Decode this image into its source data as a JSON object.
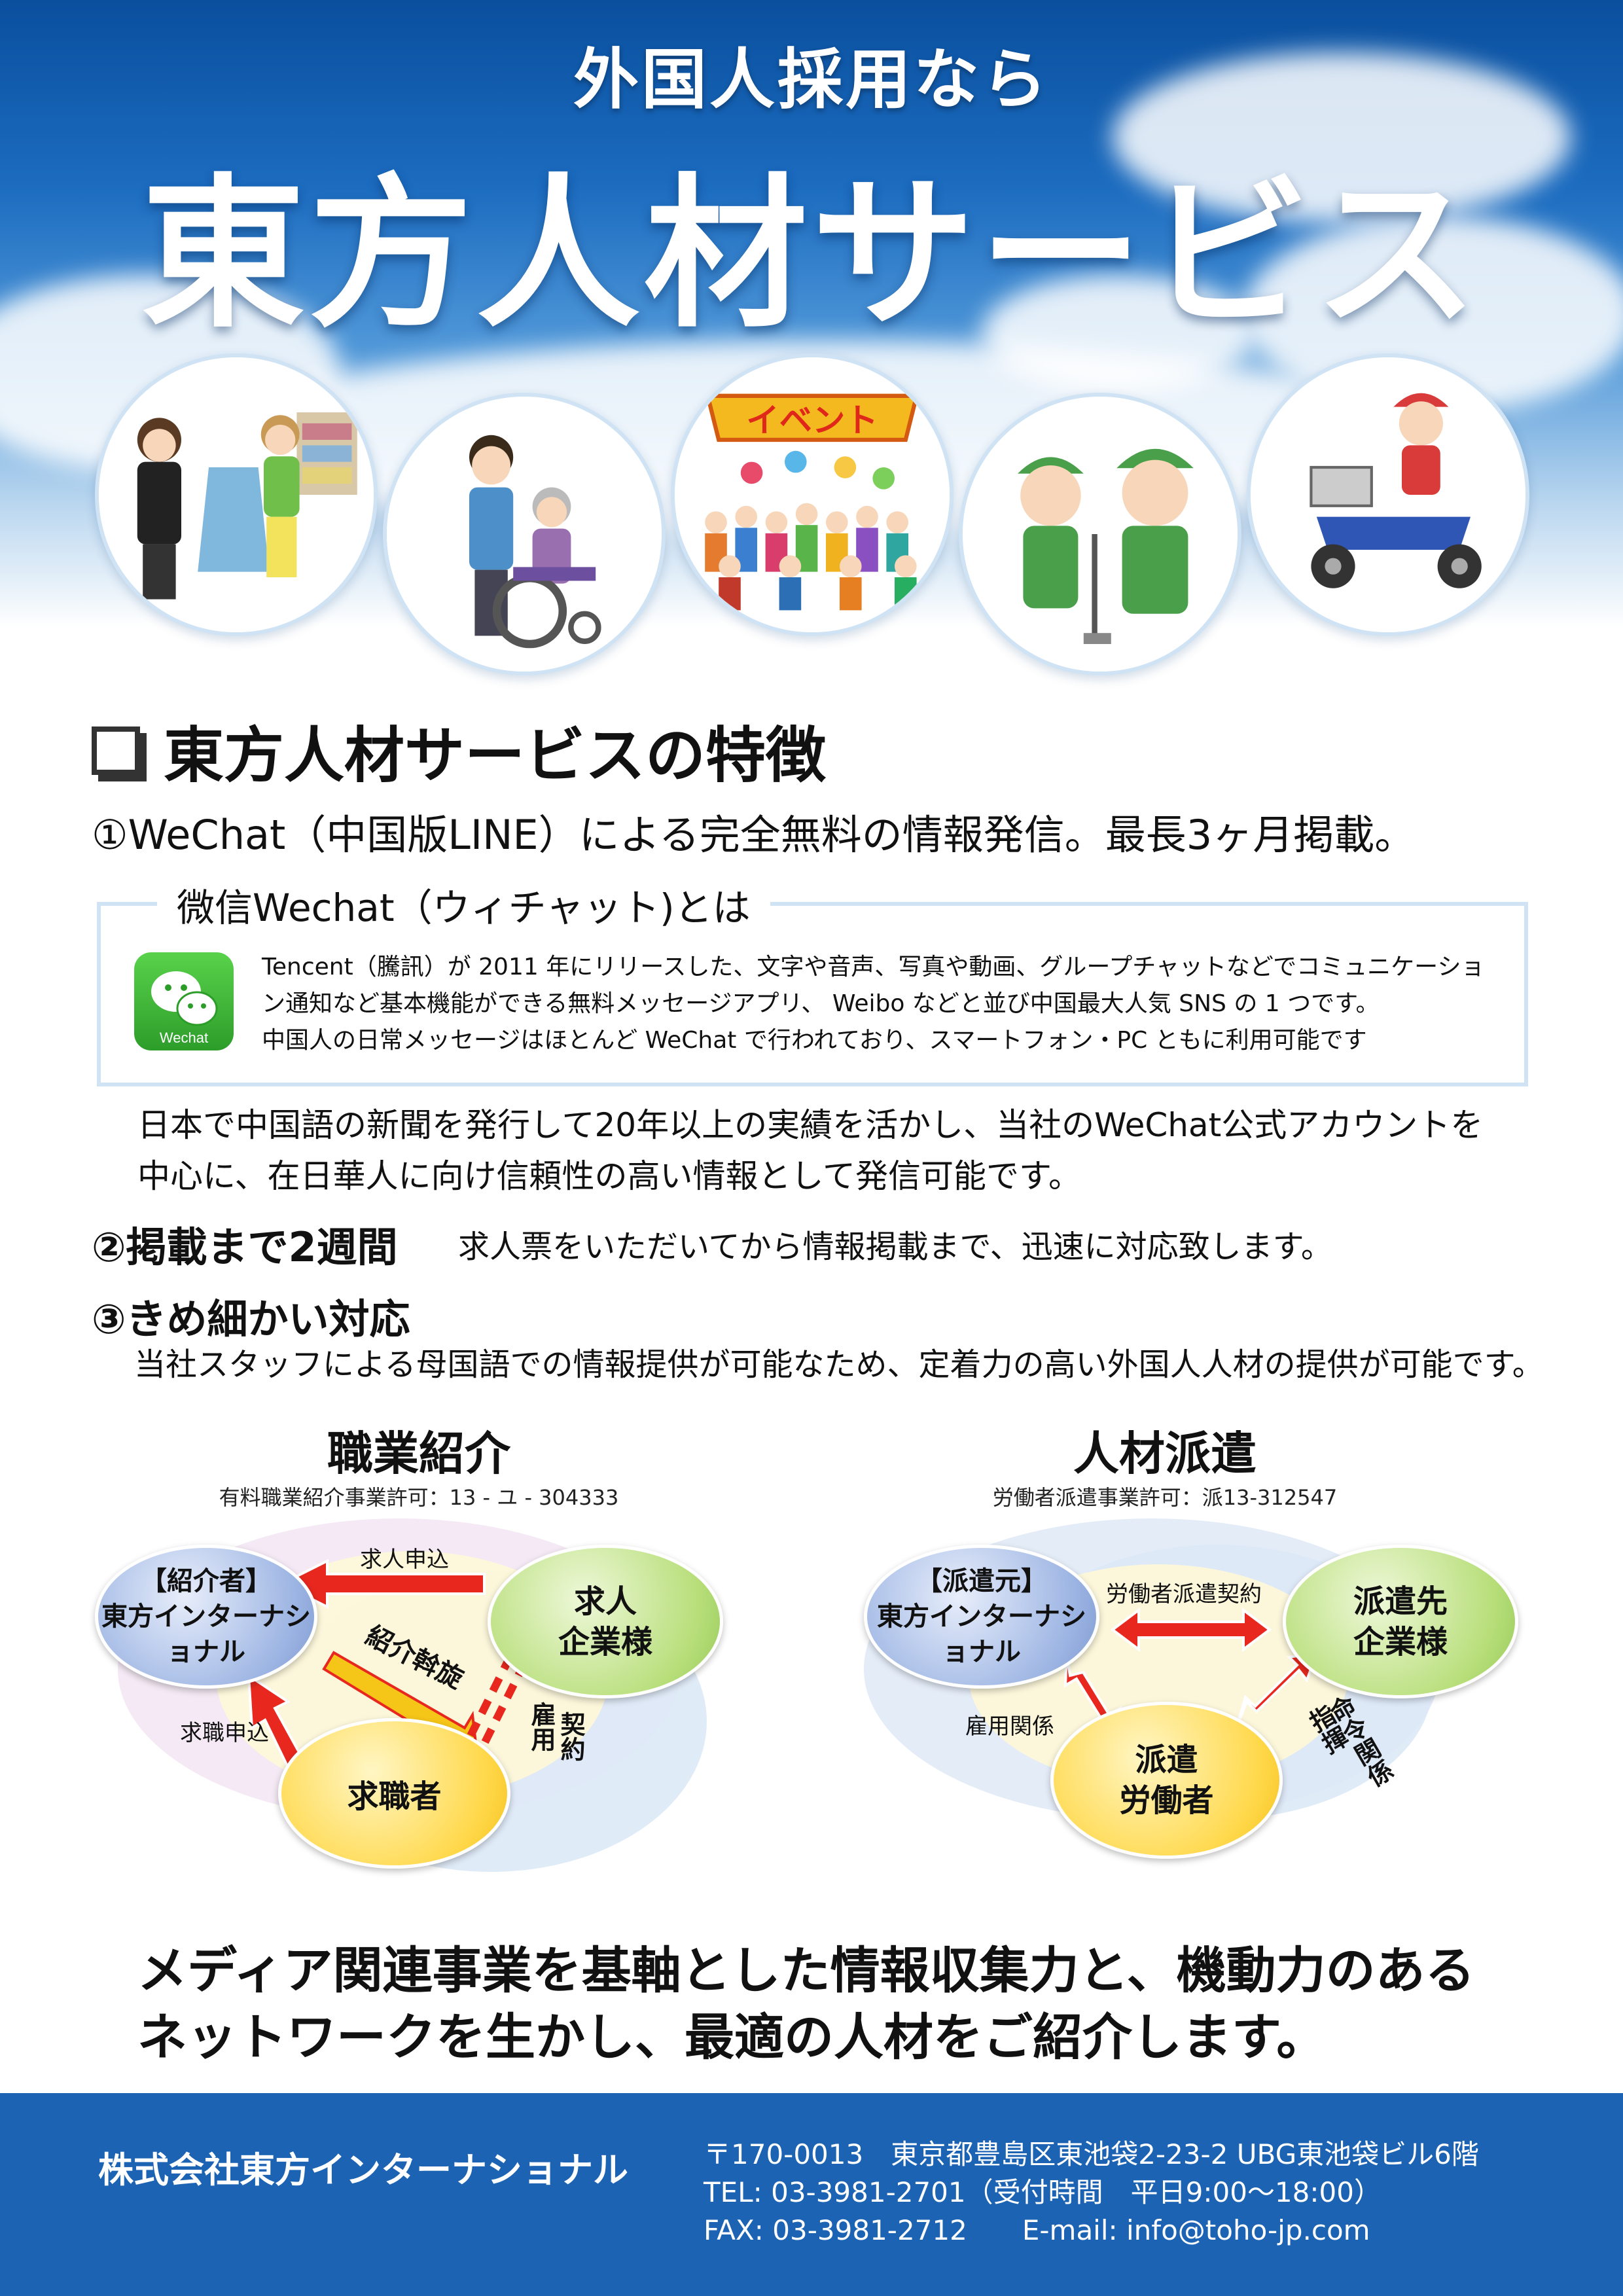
{
  "header": {
    "subtitle": "外国人採用なら",
    "title": "東方人材サービス",
    "illustrations": [
      {
        "name": "shop-staff-illustration"
      },
      {
        "name": "caregiver-illustration",
        "label": ""
      },
      {
        "name": "event-illustration",
        "label": "イベント"
      },
      {
        "name": "cleaning-staff-illustration"
      },
      {
        "name": "delivery-rider-illustration"
      }
    ]
  },
  "features": {
    "heading": "東方人材サービスの特徴",
    "item1": "①WeChat（中国版LINE）による完全無料の情報発信。最長3ヶ月掲載。",
    "wechat": {
      "box_title": "微信Wechat（ウィチャット)とは",
      "icon_label": "Wechat",
      "line1": "Tencent（騰訊）が 2011 年にリリースした、文字や音声、写真や動画、グループチャットなどでコミュニケーショ",
      "line2": "ン通知など基本機能ができる無料メッセージアプリ、 Weibo などと並び中国最大人気 SNS の 1 つです。",
      "line3": "中国人の日常メッセージはほとんど WeChat で行われており、スマートフォン・PC ともに利用可能です"
    },
    "para_line1": "日本で中国語の新聞を発行して20年以上の実績を活かし、当社のWeChat公式アカウントを",
    "para_line2": "中心に、在日華人に向け信頼性の高い情報として発信可能です。",
    "item2_title": "②掲載まで2週間",
    "item2_desc": "求人票をいただいてから情報掲載まで、迅速に対応致します。",
    "item3_title": "③きめ細かい対応",
    "item3_desc": "当社スタッフによる母国語での情報提供が可能なため、定着力の高い外国人人材の提供が可能です。"
  },
  "diagram_left": {
    "title": "職業紹介",
    "license": "有料職業紹介事業許可：13 - ユ - 304333",
    "agent_line1": "【紹介者】",
    "agent_line2": "東方インターナショナル",
    "company_line1": "求人",
    "company_line2": "企業様",
    "seeker": "求職者",
    "arrow_job_request": "求人申込",
    "arrow_mediation": "紹介斡旋",
    "arrow_seek_request": "求職申込",
    "employment_line1": "雇用",
    "employment_line2": "契約"
  },
  "diagram_right": {
    "title": "人材派遣",
    "license": "労働者派遣事業許可：派13-312547",
    "agent_line1": "【派遣元】",
    "agent_line2": "東方インターナショナル",
    "client_line1": "派遣先",
    "client_line2": "企業様",
    "worker_line1": "派遣",
    "worker_line2": "労働者",
    "arrow_contract": "労働者派遣契約",
    "arrow_employment": "雇用関係",
    "command_line1": "指揮",
    "command_line2": "命令関係"
  },
  "closing": {
    "line1": "メディア関連事業を基軸とした情報収集力と、機動力のある",
    "line2": "ネットワークを生かし、最適の人材をご紹介します。"
  },
  "footer": {
    "company": "株式会社東方インターナショナル",
    "address": "〒170-0013　東京都豊島区東池袋2-23-2 UBG東池袋ビル6階",
    "tel": "TEL: 03-3981-2701（受付時間　平日9:00～18:00）",
    "fax_email": "FAX: 03-3981-2712　　E-mail: info@toho-jp.com"
  },
  "colors": {
    "sky_top": "#0a4f9e",
    "footer_bg": "#1c63b4",
    "bubble_blue": "#9db5e3",
    "bubble_green": "#b7de79",
    "bubble_yellow": "#ffd84a",
    "arrow_red": "#e8281e"
  }
}
